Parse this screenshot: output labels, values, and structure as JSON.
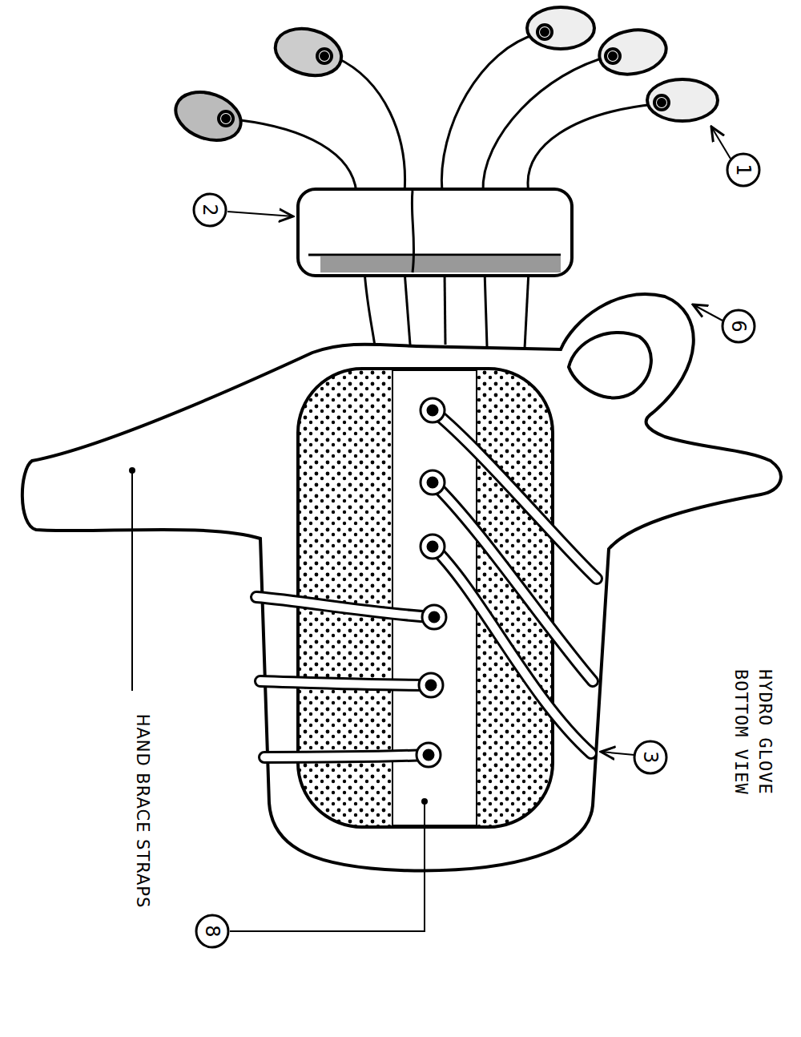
{
  "diagram": {
    "title": "HYDRO GLOVE BOTTOM VIEW",
    "labels": [
      "1",
      "2",
      "6",
      "3",
      "8",
      "HAND BRACE STRAPS"
    ]
  }
}
